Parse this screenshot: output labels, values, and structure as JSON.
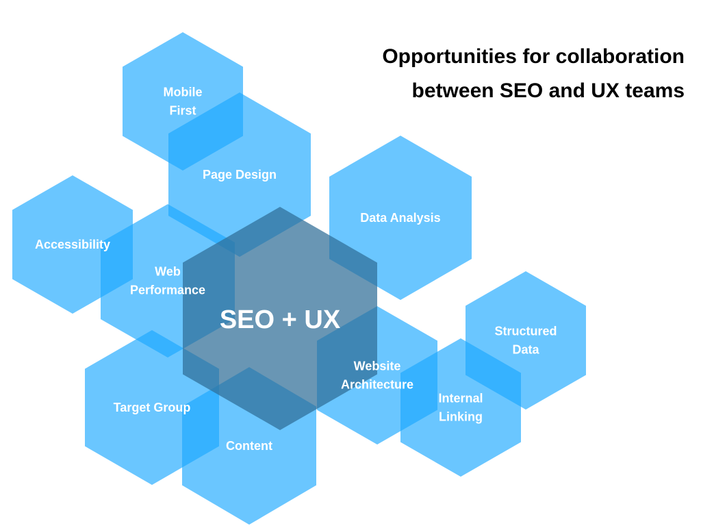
{
  "title_line1": "Opportunities for collaboration",
  "title_line2": "between SEO and UX teams",
  "center": {
    "label": "SEO + UX"
  },
  "nodes": [
    {
      "id": "mobile-first",
      "lines": [
        "Mobile",
        "First"
      ]
    },
    {
      "id": "page-design",
      "lines": [
        "Page Design"
      ]
    },
    {
      "id": "data-analysis",
      "lines": [
        "Data Analysis"
      ]
    },
    {
      "id": "accessibility",
      "lines": [
        "Accessibility"
      ]
    },
    {
      "id": "web-performance",
      "lines": [
        "Web",
        "Performance"
      ]
    },
    {
      "id": "website-architecture",
      "lines": [
        "Website",
        "Architecture"
      ]
    },
    {
      "id": "structured-data",
      "lines": [
        "Structured",
        "Data"
      ]
    },
    {
      "id": "internal-linking",
      "lines": [
        "Internal",
        "Linking"
      ]
    },
    {
      "id": "target-group",
      "lines": [
        "Target Group"
      ]
    },
    {
      "id": "content",
      "lines": [
        "Content"
      ]
    }
  ],
  "colors": {
    "hex_fill": "#1aa7ff",
    "center_fill": "#2f6e97",
    "text": "#ffffff"
  }
}
